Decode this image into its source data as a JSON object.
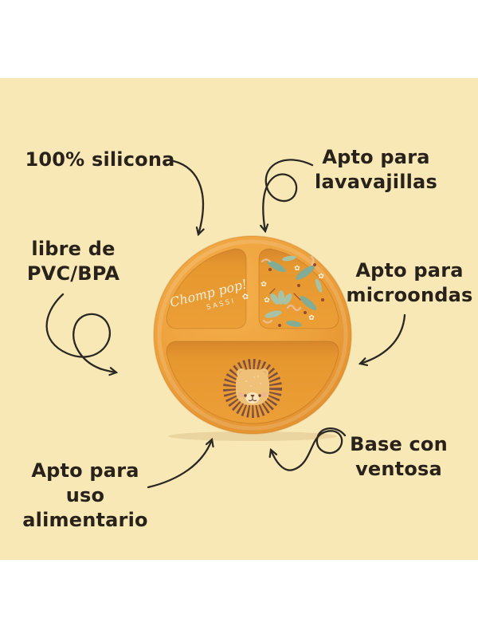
{
  "callouts": {
    "silicona": {
      "text": "100% silicona"
    },
    "lavavajillas": {
      "text": "Apto para\nlavavajillas"
    },
    "pvc_bpa": {
      "text": "libre de\nPVC/BPA"
    },
    "microondas": {
      "text": "Apto para\nmicroondas"
    },
    "uso_alimentario": {
      "text": "Apto para uso\nalimentario"
    },
    "ventosa": {
      "text": "Base con\nventosa"
    }
  },
  "plate": {
    "logo": {
      "script": "Chomp pop!",
      "brand": "SASSI",
      "flower_icon": "✿"
    }
  },
  "colors": {
    "background": "#F8E8B6",
    "page": "#FFFFFF",
    "text": "#28221B",
    "arrow": "#2B2722",
    "plate_rim": "#EDA13C",
    "plate_rim_light": "#F5B04C",
    "plate_rim_dark": "#E08E2B",
    "plate_floor": "#E6982F",
    "plate_floor_shadow": "#D7872B",
    "plate_floor_light": "#EC9F36",
    "plate_edge": "#C87C23",
    "logo_text": "#F7EEDC",
    "lion_mane": "#7B4F43",
    "lion_face": "#EFC077",
    "lion_ear_inner": "#E2AD67",
    "lion_muzzle": "#F9E6BC",
    "lion_feature": "#6B4437",
    "lion_cheek": "#EFAF95",
    "leaf": "#82AC95",
    "leaf_light": "#A6C3A7",
    "flower": "#FFF6E6",
    "berry": "#96492F",
    "squiggle": "#EBBD96"
  }
}
